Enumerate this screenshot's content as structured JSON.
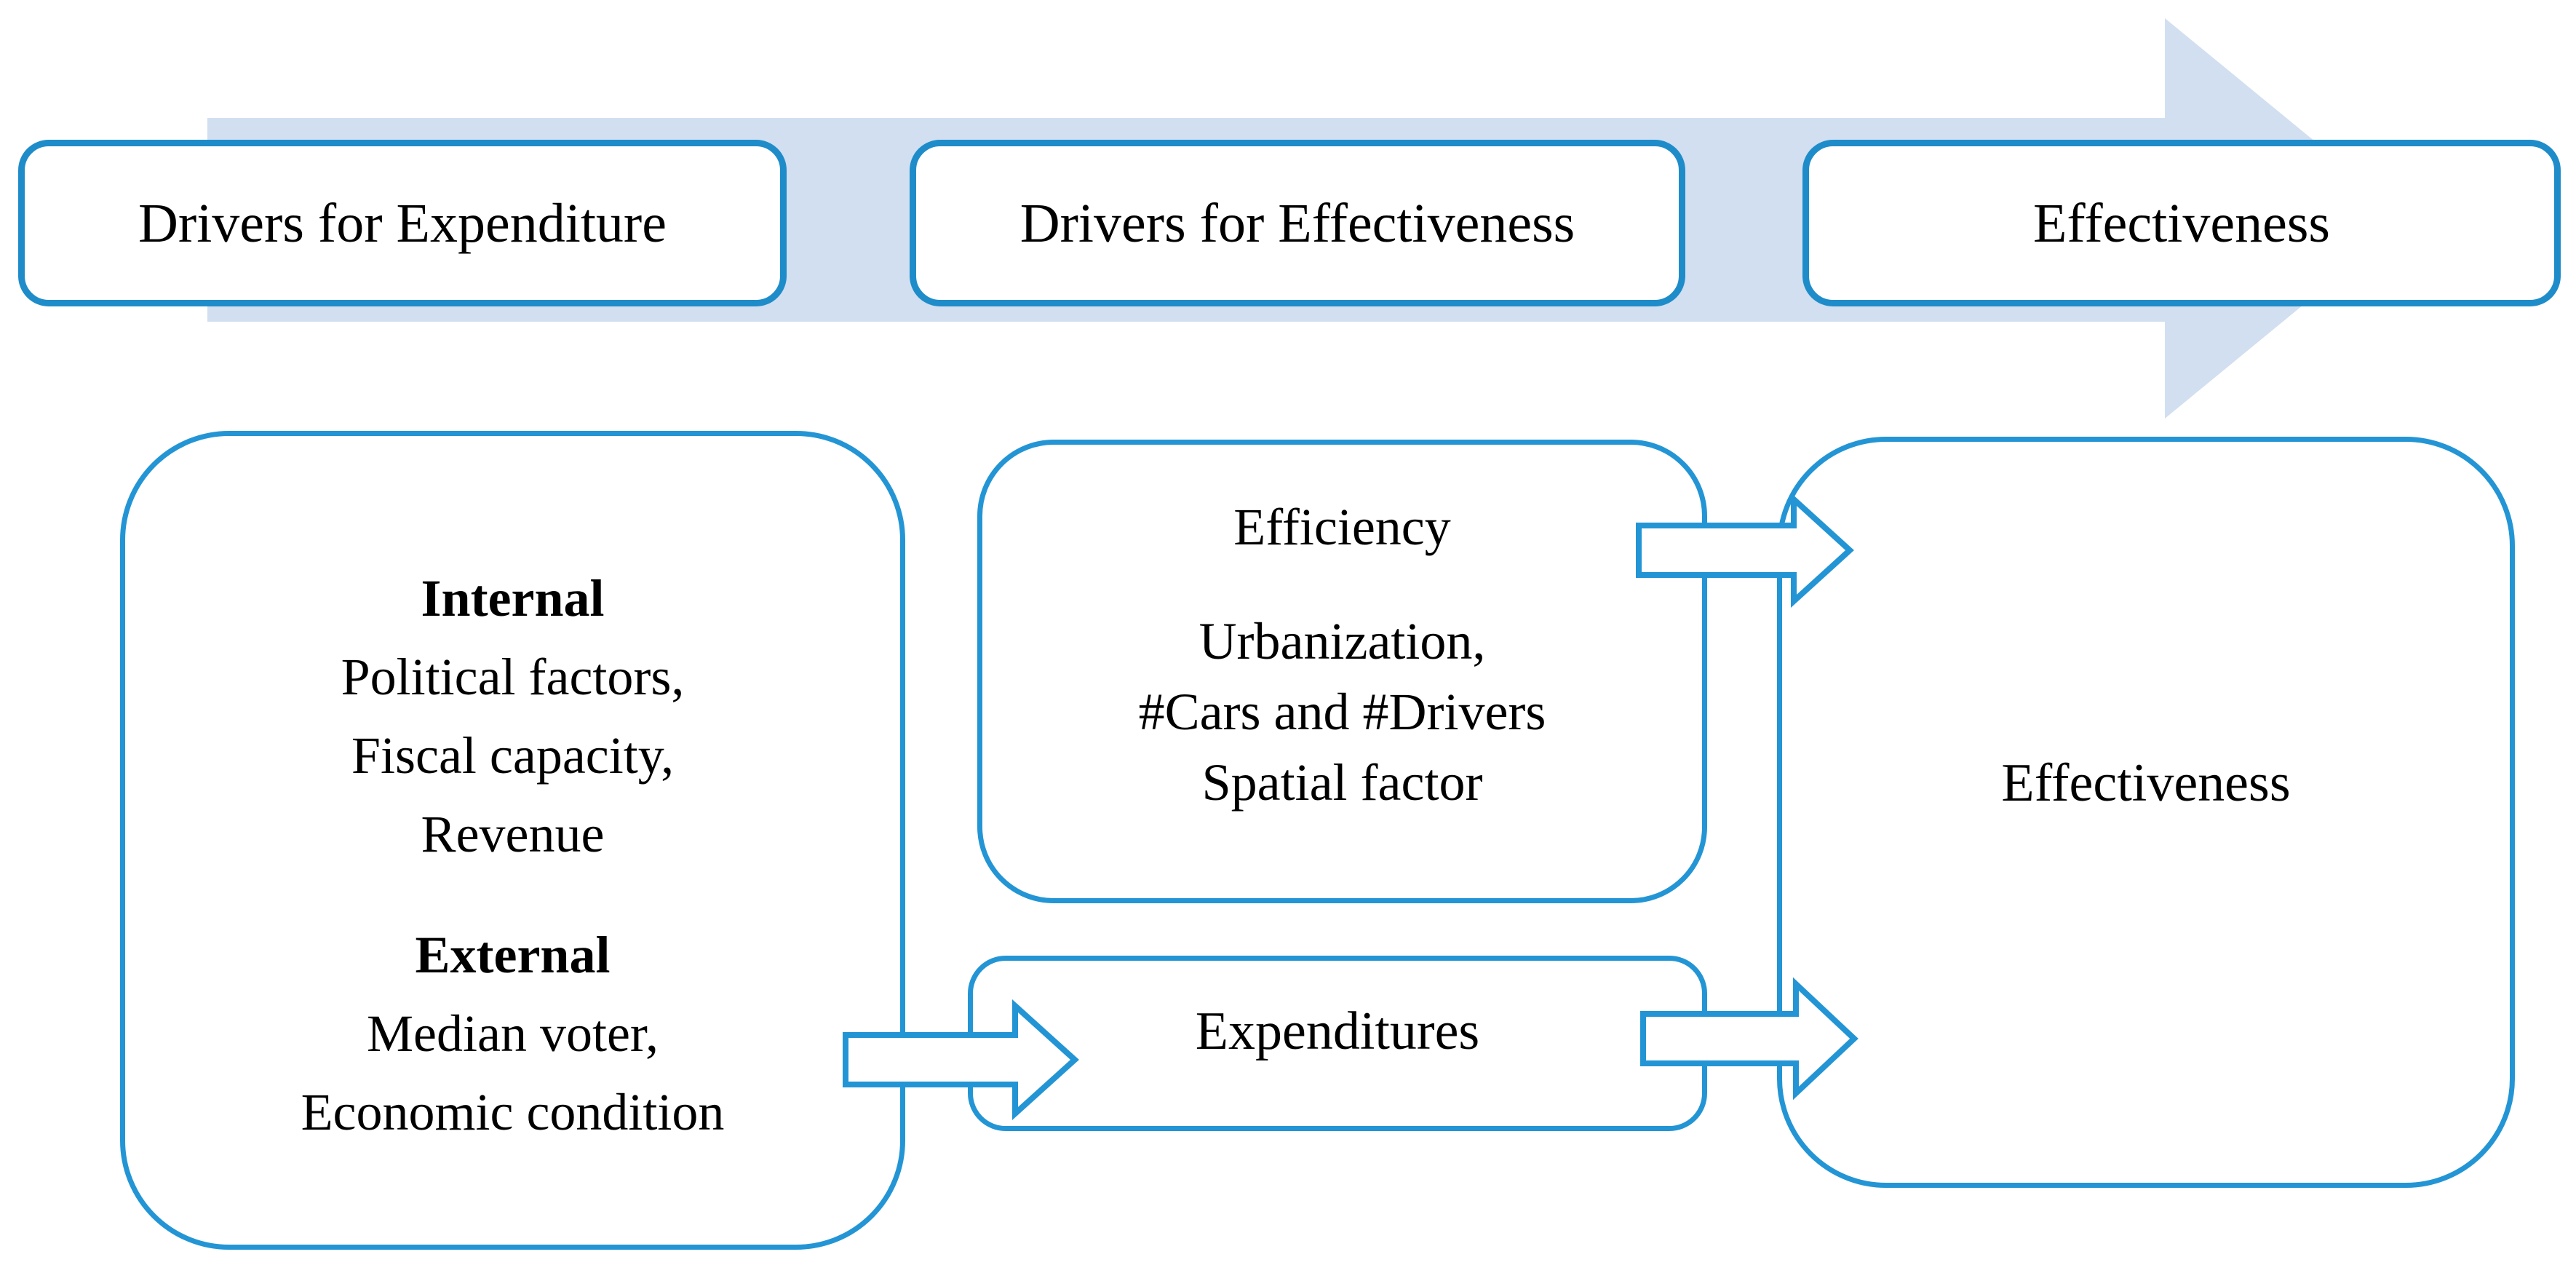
{
  "figure": {
    "kind": "flow-diagram",
    "description_visible_only": "process band with three stages above four connected boxes"
  },
  "colors": {
    "background": "#ffffff",
    "band_fill": "#d1dff0",
    "stroke_blue": "#2395d5",
    "stage_border_blue": "#1f8cca",
    "text": "#000000"
  },
  "band": {
    "stages": [
      {
        "label": "Drivers for Expenditure"
      },
      {
        "label": "Drivers for Effectiveness"
      },
      {
        "label": "Effectiveness"
      }
    ]
  },
  "drivers_box": {
    "internal_heading": "Internal",
    "internal_lines": [
      "Political factors,",
      "Fiscal capacity,",
      "Revenue"
    ],
    "external_heading": "External",
    "external_lines": [
      "Median voter,",
      "Economic condition"
    ]
  },
  "efficiency_box": {
    "title": "Efficiency",
    "lines": [
      "Urbanization,",
      "#Cars and #Drivers",
      "Spatial factor"
    ]
  },
  "expenditures_box": {
    "label": "Expenditures"
  },
  "effectiveness_box": {
    "label": "Effectiveness"
  }
}
